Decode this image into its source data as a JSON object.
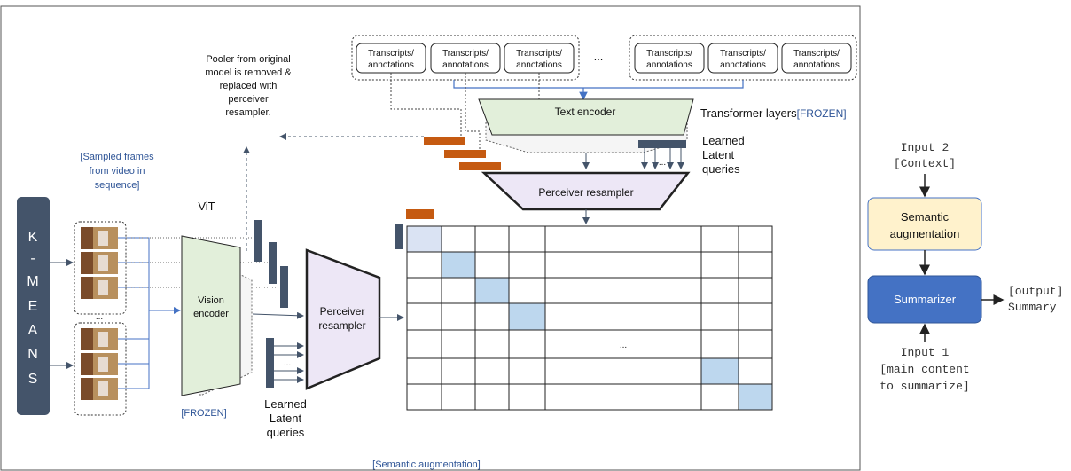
{
  "left_panel": {
    "pooler_note": [
      "Pooler from original",
      "model is removed &",
      "replaced with",
      "perceiver",
      "resampler."
    ],
    "transcripts_label": [
      "Transcripts/",
      "annotations"
    ],
    "ellipsis": "...",
    "text_encoder": "Text encoder",
    "transformer_layers": "Transformer layers",
    "frozen_tag": "[FROZEN]",
    "learned_latent_queries": [
      "Learned",
      "Latent",
      "queries"
    ],
    "perceiver_resampler_top": "Perceiver resampler",
    "sampled_frames": [
      "[Sampled frames",
      "from video in",
      "sequence]"
    ],
    "kmeans_letters": [
      "K",
      "-",
      "M",
      "E",
      "A",
      "N",
      "S"
    ],
    "vit_label": "ViT",
    "vision_encoder": [
      "Vision",
      "encoder"
    ],
    "frozen_bottom": "[FROZEN]",
    "perceiver_resampler_mid": [
      "Perceiver",
      "resampler"
    ],
    "bottom_caption": "[Semantic augmentation]"
  },
  "right_panel": {
    "input2": [
      "Input 2",
      "[Context]"
    ],
    "semantic_augmentation": [
      "Semantic",
      "augmentation"
    ],
    "summarizer": "Summarizer",
    "output": [
      "[output]",
      "Summary"
    ],
    "input1": [
      "Input 1",
      "[main content",
      "to summarize]"
    ]
  },
  "colors": {
    "dark_slate": "#44546a",
    "text_encoder_fill": "#e2efda",
    "vision_encoder_fill": "#e2efda",
    "perceiver_fill": "#ede7f6",
    "orange_token": "#c55a11",
    "highlight_cell": "#bdd7ee",
    "semantic_aug_fill": "#fff2cc",
    "summarizer_fill": "#4472c4",
    "blue_text": "#2f5597"
  }
}
